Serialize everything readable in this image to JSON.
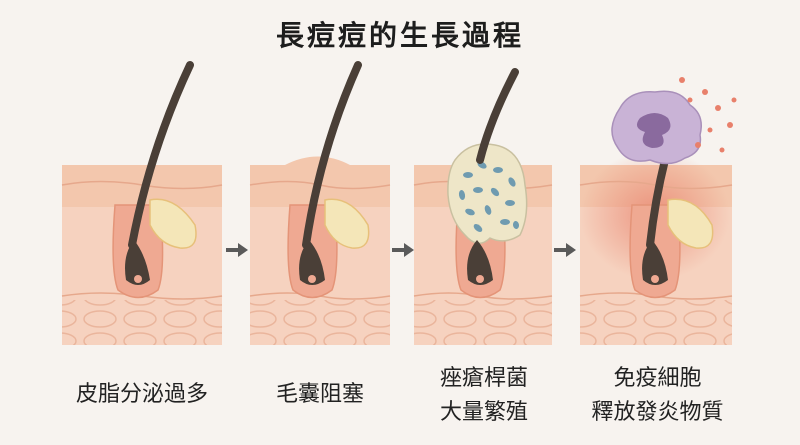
{
  "title": "長痘痘的生長過程",
  "stages": [
    {
      "lines": [
        "皮脂分泌過多"
      ]
    },
    {
      "lines": [
        "毛囊阻塞"
      ]
    },
    {
      "lines": [
        "痤瘡桿菌",
        "大量繁殖"
      ]
    },
    {
      "lines": [
        "免疫細胞",
        "釋放發炎物質"
      ]
    }
  ],
  "colors": {
    "skin_top": "#f3c7ad",
    "skin_mid": "#f1b8a0",
    "skin_dermis": "#f6d2bf",
    "hair": "#4a3f37",
    "sebum": "#f4e6b8",
    "bacteria": "#6f9bb0",
    "immune_cell": "#c9b3d6",
    "inflammation": "#e8806b"
  }
}
